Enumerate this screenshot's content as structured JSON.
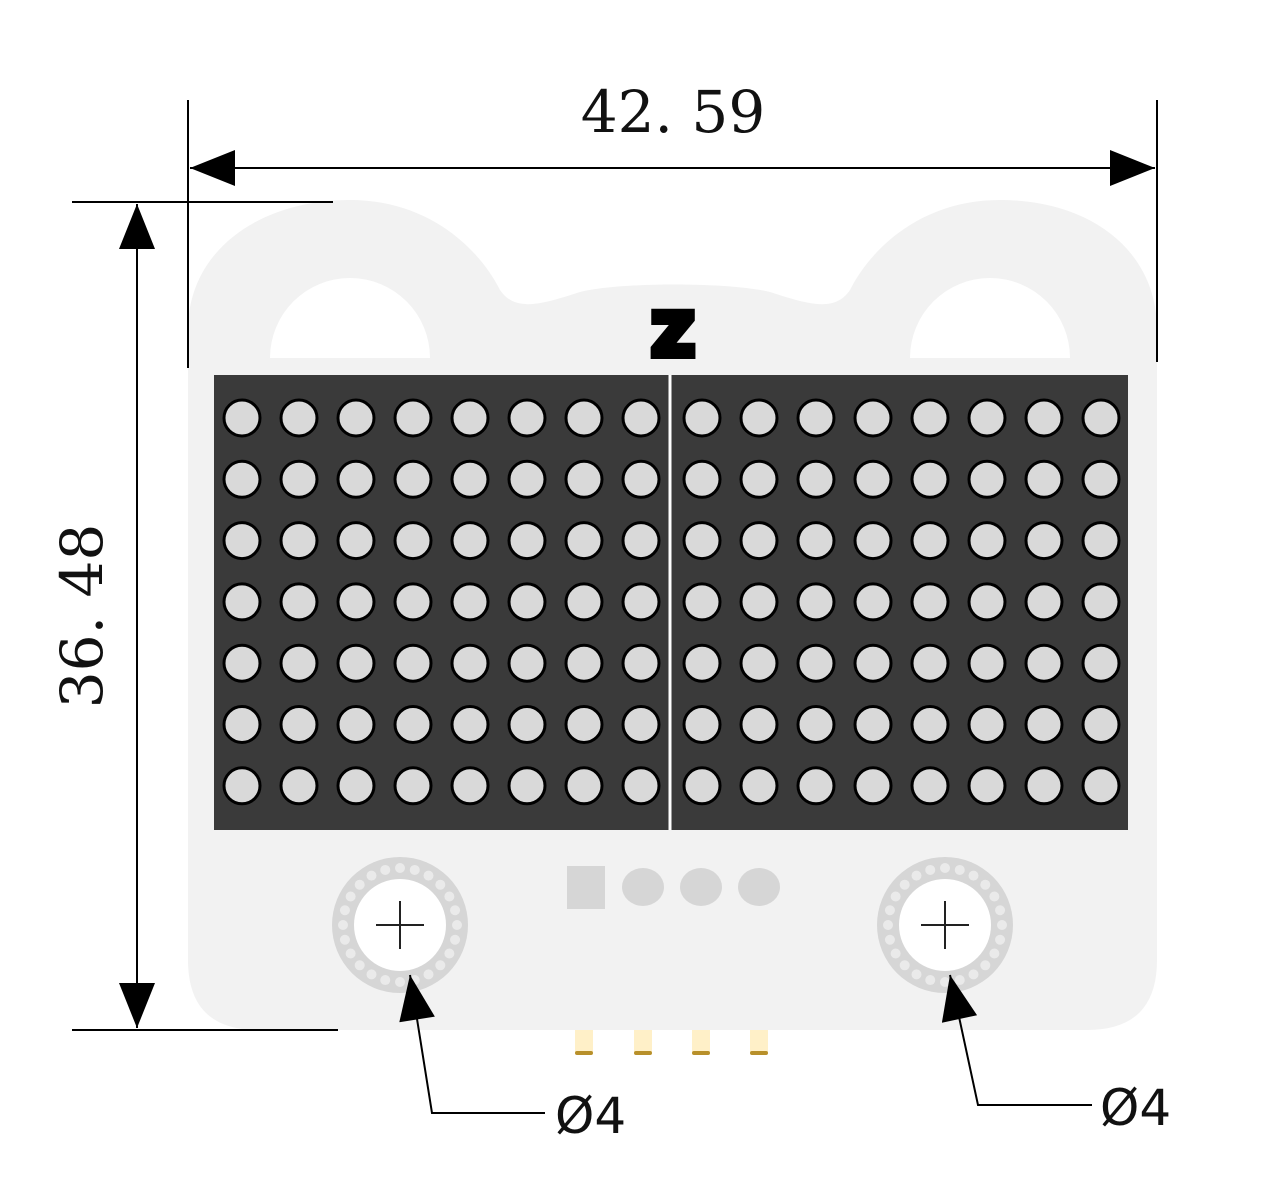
{
  "dimensions": {
    "width": "42. 59",
    "height": "36. 48"
  },
  "callouts": [
    {
      "label": "Ø4"
    },
    {
      "label": "Ø4"
    }
  ],
  "matrix": {
    "rows": 7,
    "cols_per_panel": 8,
    "panels": 2
  },
  "logo": "Z",
  "colors": {
    "board": "#f2f2f2",
    "matrix": "#3a3a3a",
    "led": "#d9d9d9",
    "pad": "#d6d6d6",
    "pin": "#fff0c8"
  }
}
